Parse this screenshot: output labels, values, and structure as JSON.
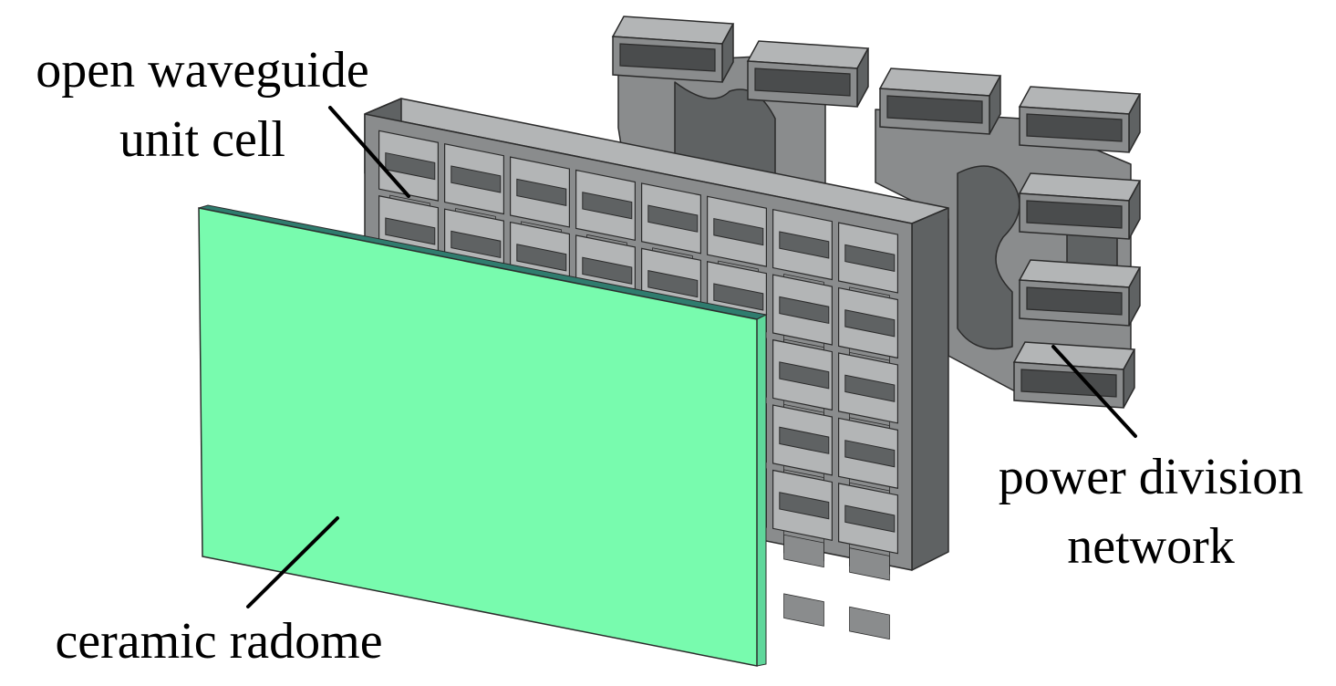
{
  "labels": {
    "waveguide_line1": "open waveguide",
    "waveguide_line2": "unit cell",
    "power_line1": "power division",
    "power_line2": "network",
    "radome": "ceramic radome"
  },
  "colors": {
    "metal": "#8a8c8d",
    "metal_dark": "#5f6263",
    "metal_light": "#b3b5b6",
    "metal_shadow": "#4a4c4d",
    "radome_face": "#78fbae",
    "radome_edge": "#2f7c6e",
    "radome_side": "#5fd79b",
    "outline": "#2b2b2b",
    "leader": "#000000"
  },
  "components": [
    "power-division-network",
    "waveguide-array",
    "ceramic-radome"
  ]
}
